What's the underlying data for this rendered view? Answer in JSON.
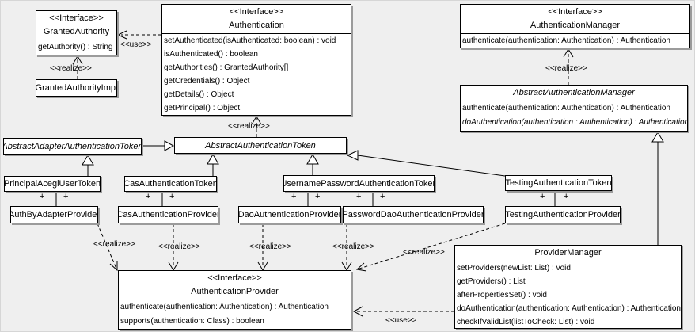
{
  "stereotypes": {
    "interface": "<<Interface>>",
    "realize": "<<realize>>",
    "use": "<<use>>"
  },
  "multiplicity": {
    "plus": "+"
  },
  "colors": {
    "background": "#efefef",
    "box_fill": "#ffffff",
    "line": "#000000",
    "shadow": "#9b9b9b"
  },
  "classes": {
    "granted_authority": {
      "stereotype": "<<Interface>>",
      "name": "GrantedAuthority",
      "methods": [
        "getAuthority() : String"
      ]
    },
    "granted_authority_impl": {
      "name": "GrantedAuthorityImpl"
    },
    "authentication": {
      "stereotype": "<<Interface>>",
      "name": "Authentication",
      "methods": [
        "setAuthenticated(isAuthenticated: boolean) : void",
        "isAuthenticated() : boolean",
        "getAuthorities() : GrantedAuthority[]",
        "getCredentials() : Object",
        "getDetails() : Object",
        "getPrincipal() : Object"
      ]
    },
    "authentication_manager": {
      "stereotype": "<<Interface>>",
      "name": "AuthenticationManager",
      "methods": [
        "authenticate(authentication: Authentication) : Authentication"
      ]
    },
    "abstract_authentication_manager": {
      "name": "AbstractAuthenticationManager",
      "methods": [
        "authenticate(authentication: Authentication) : Authentication",
        "doAuthentication(authentication : Authentication) : Authentication"
      ]
    },
    "abstract_adapter_authentication_token": {
      "name": "AbstractAdapterAuthenticationToken"
    },
    "abstract_authentication_token": {
      "name": "AbstractAuthenticationToken"
    },
    "principal_acegi_user_token": {
      "name": "PrincipalAcegiUserToken"
    },
    "cas_authentication_token": {
      "name": "CasAuthenticationToken"
    },
    "username_password_authentication_token": {
      "name": "UsernamePasswordAuthenticationToken"
    },
    "testing_authentication_token": {
      "name": "TestingAuthenticationToken"
    },
    "auth_by_adapter_provider": {
      "name": "AuthByAdapterProvider"
    },
    "cas_authentication_provider": {
      "name": "CasAuthenticationProvider"
    },
    "dao_authentication_provider": {
      "name": "DaoAuthenticationProvider"
    },
    "password_dao_authentication_provider": {
      "name": "PasswordDaoAuthenticationProvider"
    },
    "testing_authentication_provider": {
      "name": "TestingAuthenticationProvider"
    },
    "authentication_provider": {
      "stereotype": "<<Interface>>",
      "name": "AuthenticationProvider",
      "methods": [
        "authenticate(authentication: Authentication) : Authentication",
        "supports(authentication: Class) : boolean"
      ]
    },
    "provider_manager": {
      "name": "ProviderManager",
      "methods": [
        "setProviders(newList: List) : void",
        "getProviders() : List",
        "afterPropertiesSet() : void",
        "doAuthentication(authentication: Authentication) : Authentication",
        "checkIfValidList(listToCheck: List) : void"
      ]
    }
  },
  "relationships": [
    {
      "type": "use",
      "from": "Authentication",
      "to": "GrantedAuthority",
      "label": "<<use>>"
    },
    {
      "type": "realize",
      "from": "GrantedAuthorityImpl",
      "to": "GrantedAuthority",
      "label": "<<realize>>"
    },
    {
      "type": "realize",
      "from": "AbstractAuthenticationManager",
      "to": "AuthenticationManager",
      "label": "<<realize>>"
    },
    {
      "type": "realize",
      "from": "AbstractAuthenticationToken",
      "to": "Authentication",
      "label": "<<realize>>"
    },
    {
      "type": "generalization",
      "from": "AbstractAdapterAuthenticationToken",
      "to": "AbstractAuthenticationToken"
    },
    {
      "type": "generalization",
      "from": "PrincipalAcegiUserToken",
      "to": "AbstractAdapterAuthenticationToken"
    },
    {
      "type": "generalization",
      "from": "CasAuthenticationToken",
      "to": "AbstractAuthenticationToken"
    },
    {
      "type": "generalization",
      "from": "UsernamePasswordAuthenticationToken",
      "to": "AbstractAuthenticationToken"
    },
    {
      "type": "generalization",
      "from": "TestingAuthenticationToken",
      "to": "AbstractAuthenticationToken"
    },
    {
      "type": "generalization",
      "from": "ProviderManager",
      "to": "AbstractAuthenticationManager"
    },
    {
      "type": "association",
      "from": "PrincipalAcegiUserToken",
      "to": "AuthByAdapterProvider",
      "ends": [
        "+",
        "+"
      ]
    },
    {
      "type": "association",
      "from": "CasAuthenticationToken",
      "to": "CasAuthenticationProvider",
      "ends": [
        "+",
        "+"
      ]
    },
    {
      "type": "association",
      "from": "UsernamePasswordAuthenticationToken",
      "to": "DaoAuthenticationProvider",
      "ends": [
        "+",
        "+"
      ]
    },
    {
      "type": "association",
      "from": "UsernamePasswordAuthenticationToken",
      "to": "PasswordDaoAuthenticationProvider",
      "ends": [
        "+",
        "+"
      ]
    },
    {
      "type": "association",
      "from": "TestingAuthenticationToken",
      "to": "TestingAuthenticationProvider",
      "ends": [
        "+",
        "+"
      ]
    },
    {
      "type": "realize",
      "from": "AuthByAdapterProvider",
      "to": "AuthenticationProvider",
      "label": "<<realize>>"
    },
    {
      "type": "realize",
      "from": "CasAuthenticationProvider",
      "to": "AuthenticationProvider",
      "label": "<<realize>>"
    },
    {
      "type": "realize",
      "from": "DaoAuthenticationProvider",
      "to": "AuthenticationProvider",
      "label": "<<realize>>"
    },
    {
      "type": "realize",
      "from": "PasswordDaoAuthenticationProvider",
      "to": "AuthenticationProvider",
      "label": "<<realize>>"
    },
    {
      "type": "realize",
      "from": "TestingAuthenticationProvider",
      "to": "AuthenticationProvider",
      "label": "<<realize>>"
    },
    {
      "type": "use",
      "from": "ProviderManager",
      "to": "AuthenticationProvider",
      "label": "<<use>>"
    }
  ]
}
